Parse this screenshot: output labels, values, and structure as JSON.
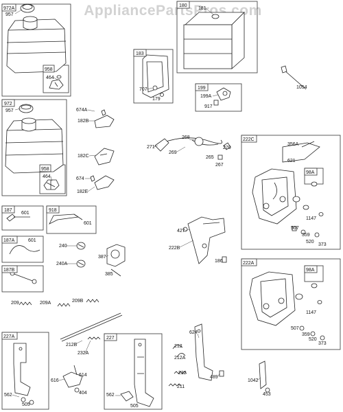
{
  "watermark": "AppliancePartsPros.com",
  "boxes": [
    {
      "id": "972A"
    },
    {
      "id": "958"
    },
    {
      "id": "972"
    },
    {
      "id": "958"
    },
    {
      "id": "180"
    },
    {
      "id": "183"
    },
    {
      "id": "199"
    },
    {
      "id": "222C"
    },
    {
      "id": "98A"
    },
    {
      "id": "187"
    },
    {
      "id": "918"
    },
    {
      "id": "187A"
    },
    {
      "id": "187B"
    },
    {
      "id": "222A"
    },
    {
      "id": "98A"
    },
    {
      "id": "227A"
    },
    {
      "id": "227"
    }
  ],
  "labels": [
    "957",
    "464",
    "957",
    "464",
    "181",
    "707",
    "179",
    "199A",
    "917",
    "1054",
    "674A",
    "182B",
    "182C",
    "674",
    "182E",
    "268",
    "271",
    "269",
    "265",
    "270",
    "267",
    "356A",
    "621",
    "1147",
    "507",
    "359",
    "520",
    "373",
    "427",
    "222B",
    "186",
    "601",
    "601",
    "601",
    "240",
    "240A",
    "387",
    "385",
    "1147",
    "507",
    "359",
    "520",
    "373",
    "209",
    "209A",
    "209B",
    "212B",
    "232A",
    "614",
    "616",
    "404",
    "562",
    "505",
    "562",
    "505",
    "624",
    "212",
    "212A",
    "232",
    "211",
    "489",
    "1042",
    "453"
  ]
}
